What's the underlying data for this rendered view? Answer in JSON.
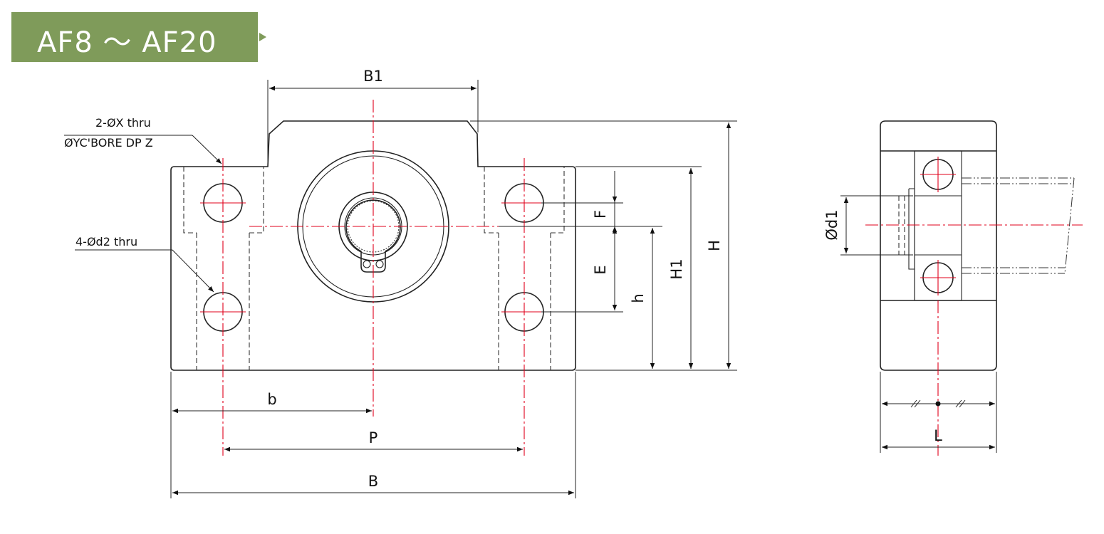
{
  "title": {
    "text": "AF8 ～ AF20",
    "color": "#7f9b5a"
  },
  "front_view": {
    "dimensions": {
      "B1": "B1",
      "H": "H",
      "H1": "H1",
      "h": "h",
      "E": "E",
      "F": "F",
      "b": "b",
      "P": "P",
      "B": "B"
    },
    "callouts": {
      "counterbore_line1": "2-ØX thru",
      "counterbore_line2": "ØYC'BORE DP Z",
      "through_hole": "4-Ød2 thru"
    }
  },
  "side_view": {
    "dimensions": {
      "d1": "Ød1",
      "L": "L"
    }
  },
  "colors": {
    "center_line": "#e0001b",
    "outline": "#222222"
  }
}
